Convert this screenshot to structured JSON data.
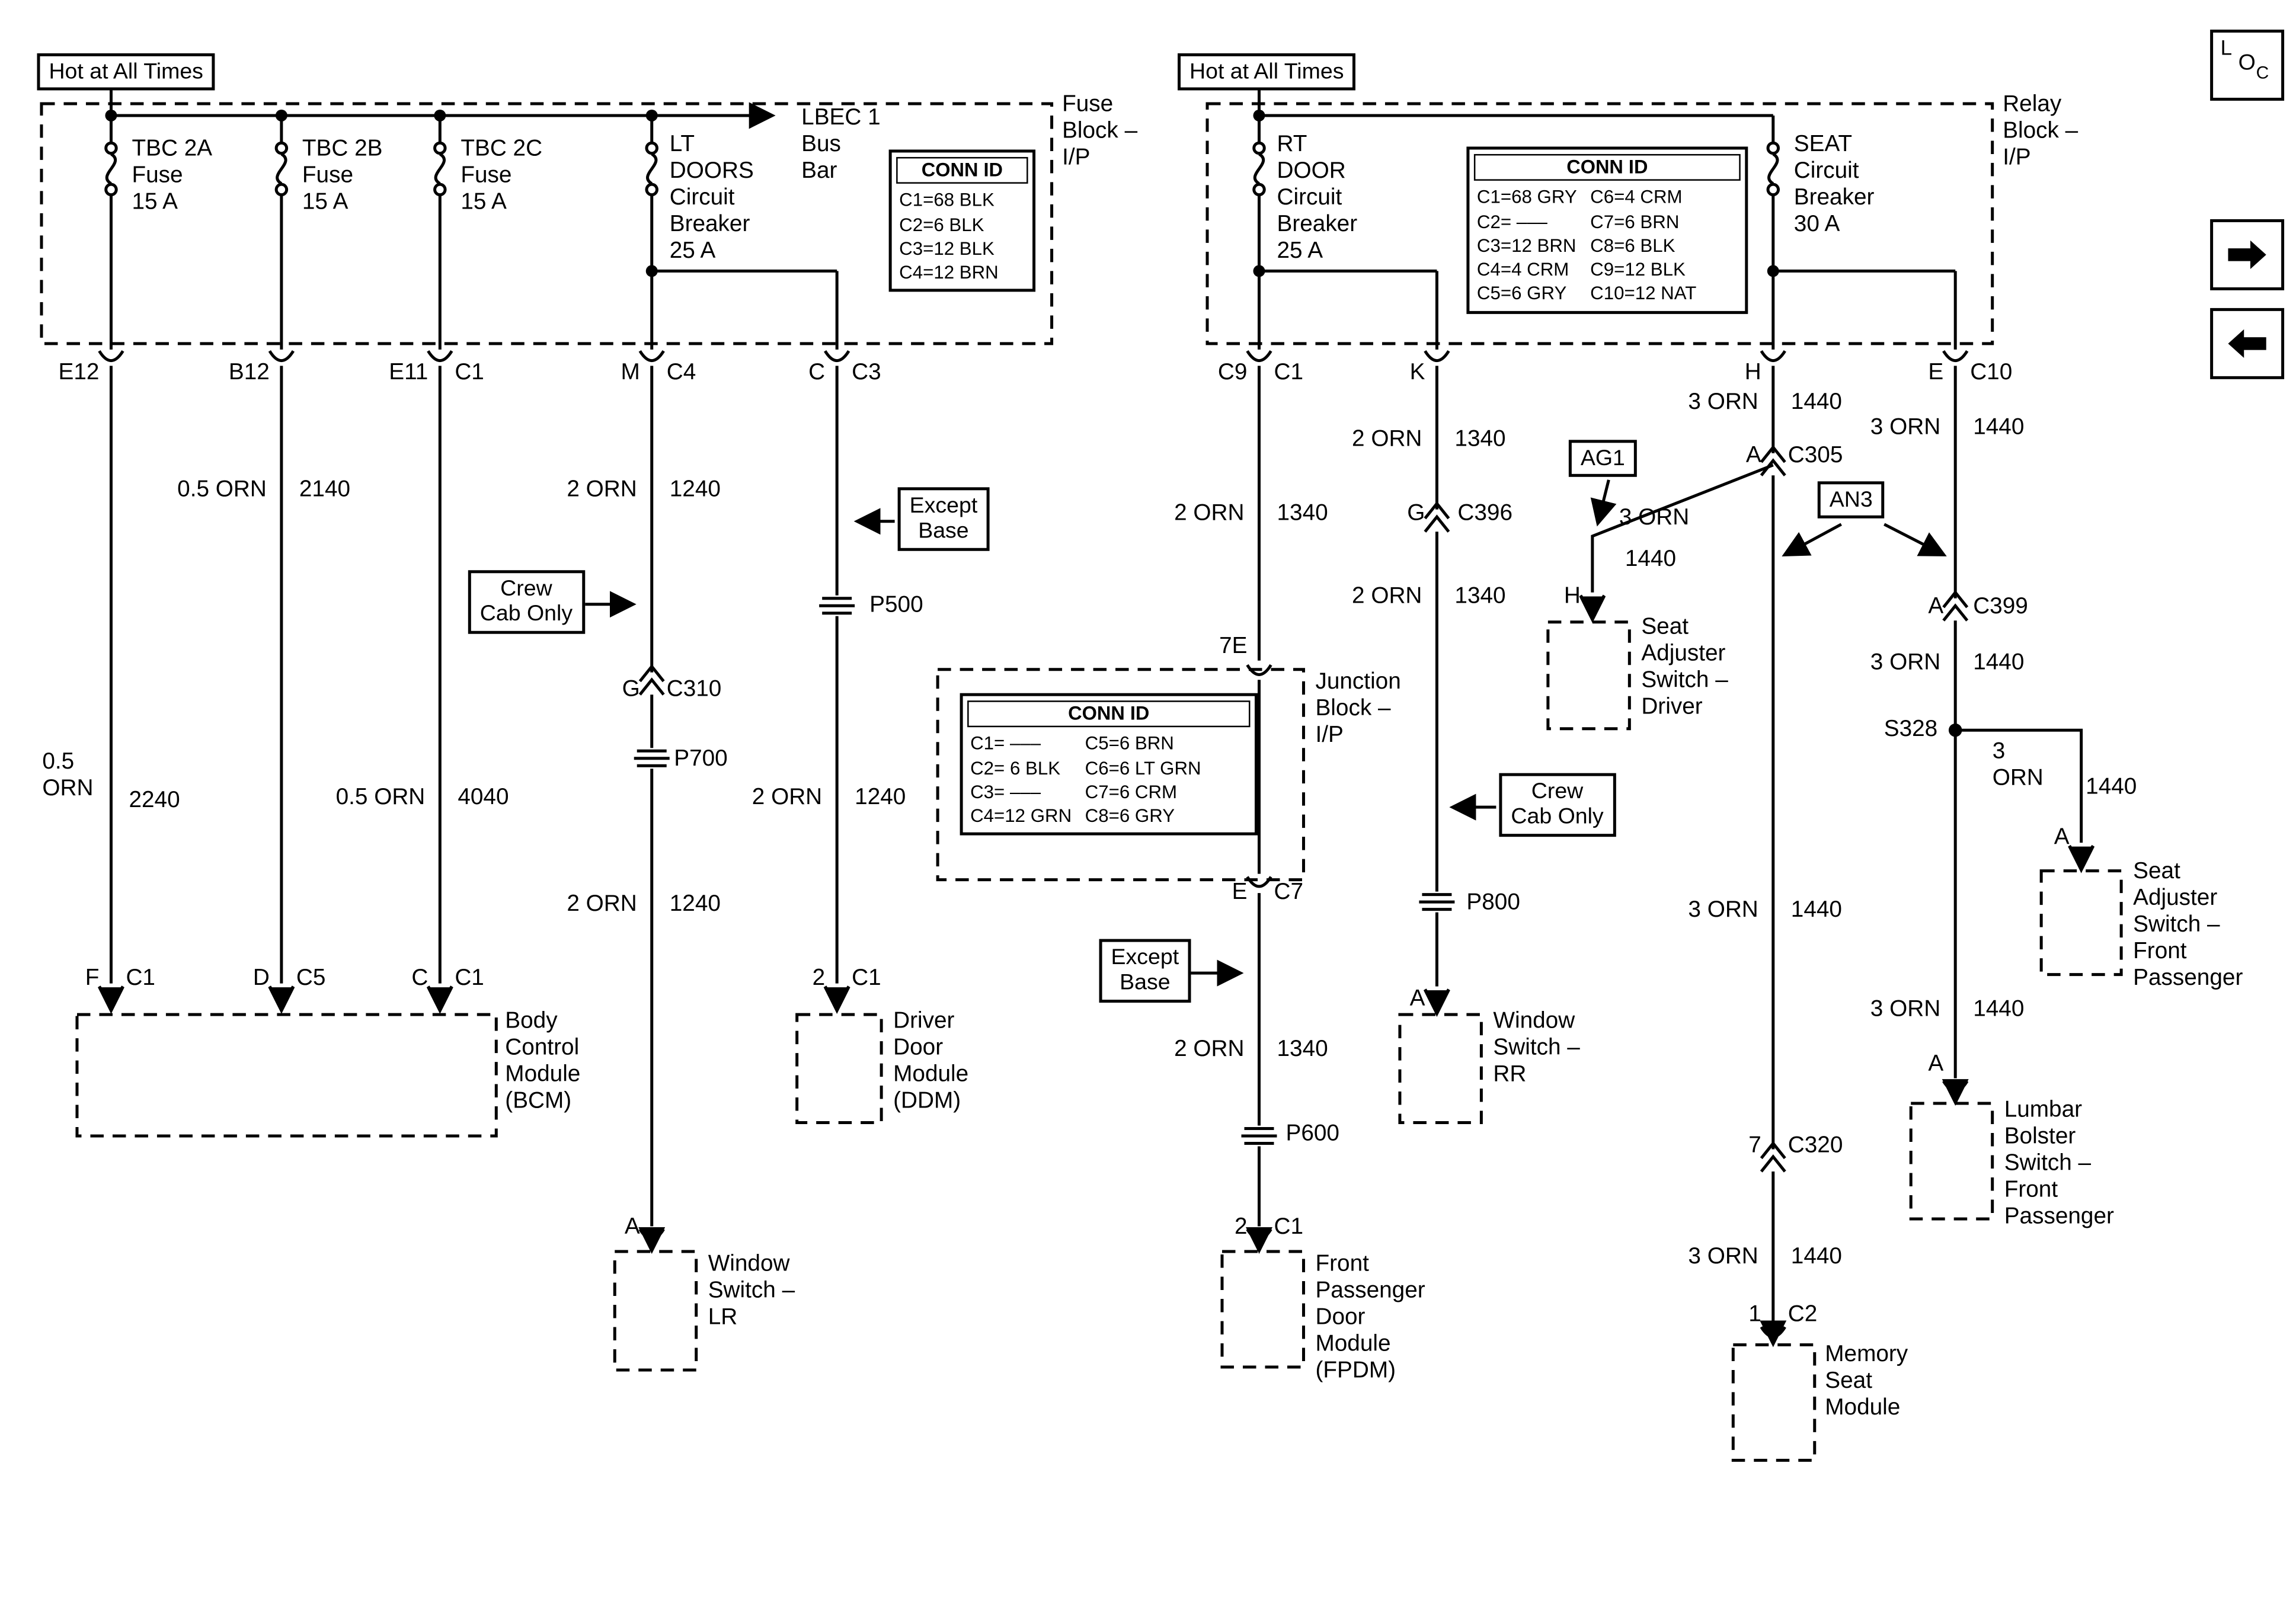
{
  "nav": {
    "loc_l": "L",
    "loc_o": "O",
    "loc_c": "C"
  },
  "left": {
    "hot": "Hot at All Times",
    "block_name": "Fuse\nBlock –\nI/P",
    "fuse_a": "TBC 2A\nFuse\n15 A",
    "fuse_b": "TBC 2B\nFuse\n15 A",
    "fuse_c": "TBC 2C\nFuse\n15 A",
    "breaker": "LT\nDOORS\nCircuit\nBreaker\n25 A",
    "busbar": "LBEC 1\nBus\nBar",
    "connid": {
      "title": "CONN ID",
      "rows": "C1=68 BLK\nC2=6 BLK\nC3=12 BLK\nC4=12 BRN"
    },
    "pins": {
      "e12": "E12",
      "b12": "B12",
      "e11": "E11",
      "e11_c1": "C1",
      "m": "M",
      "m_c4": "C4",
      "c": "C",
      "c_c3": "C3",
      "g": "G",
      "g_c310": "C310",
      "f": "F",
      "f_c1": "C1",
      "d": "D",
      "d_c5": "C5",
      "c2": "C",
      "c2_c1": "C1",
      "ddm_2": "2",
      "ddm_c1": "C1",
      "lr_a": "A"
    },
    "wires": {
      "w2140_size": "0.5 ORN",
      "w2140": "2140",
      "w1240a_size": "2 ORN",
      "w1240a": "1240",
      "w2240_size": "0.5\nORN",
      "w2240": "2240",
      "w4040_size": "0.5 ORN",
      "w4040": "4040",
      "w1240b_size": "2 ORN",
      "w1240b": "1240",
      "w1240c_size": "2 ORN",
      "w1240c": "1240"
    },
    "splices": {
      "p500": "P500",
      "p700": "P700"
    },
    "notes": {
      "except_base": "Except\nBase",
      "crew_cab": "Crew\nCab Only"
    },
    "modules": {
      "bcm": "Body\nControl\nModule\n(BCM)",
      "ddm": "Driver\nDoor\nModule\n(DDM)",
      "ws_lr": "Window\nSwitch –\nLR"
    }
  },
  "right": {
    "hot": "Hot at All Times",
    "block_name": "Relay\nBlock –\nI/P",
    "breaker_rt": "RT\nDOOR\nCircuit\nBreaker\n25 A",
    "breaker_seat": "SEAT\nCircuit\nBreaker\n30 A",
    "connid": {
      "title": "CONN ID",
      "col1": "C1=68 GRY\nC2= –––\nC3=12 BRN\nC4=4 CRM\nC5=6 GRY",
      "col2": "C6=4 CRM\nC7=6 BRN\nC8=6 BLK\nC9=12 BLK\nC10=12 NAT"
    },
    "junction": {
      "label": "Junction\nBlock –\nI/P",
      "title": "CONN ID",
      "col1": "C1= –––\nC2= 6 BLK\nC3= –––\nC4=12 GRN",
      "col2": "C5=6 BRN\nC6=6 LT GRN\nC7=6 CRM\nC8=6 GRY"
    },
    "pins": {
      "c9": "C9",
      "c9_c1": "C1",
      "k": "K",
      "h": "H",
      "e": "E",
      "e_c10": "C10",
      "a305": "A",
      "c305": "C305",
      "g": "G",
      "g_c396": "C396",
      "seven_e": "7E",
      "sad_h": "H",
      "a399": "A",
      "c399": "C399",
      "e7": "E",
      "e7_c7": "C7",
      "wsrr_a": "A",
      "safp_a": "A",
      "lumbar_a": "A",
      "seven": "7",
      "c320": "C320",
      "fpdm_2": "2",
      "fpdm_c1": "C1",
      "one": "1",
      "one_c2": "C2",
      "s328": "S328"
    },
    "wires": {
      "h1_size": "3 ORN",
      "h1": "1440",
      "e1_size": "3 ORN",
      "e1": "1440",
      "k1_size": "2 ORN",
      "k1": "1340",
      "c9a_size": "2 ORN",
      "c9a": "1340",
      "diag_size": "3 ORN",
      "diag": "1440",
      "k2_size": "2 ORN",
      "k2": "1340",
      "e2_size": "3 ORN",
      "e2": "1440",
      "branch_size": "3\nORN",
      "branch": "1440",
      "h2_size": "3 ORN",
      "h2": "1440",
      "c9b_size": "2 ORN",
      "c9b": "1340",
      "e3_size": "3 ORN",
      "e3": "1440",
      "h3_size": "3 ORN",
      "h3": "1440"
    },
    "splices": {
      "p800": "P800",
      "p600": "P600"
    },
    "notes": {
      "except_base": "Except\nBase",
      "crew_cab": "Crew\nCab Only",
      "ag1": "AG1",
      "an3": "AN3"
    },
    "modules": {
      "sad": "Seat\nAdjuster\nSwitch –\nDriver",
      "safp": "Seat\nAdjuster\nSwitch –\nFront\nPassenger",
      "ws_rr": "Window\nSwitch –\nRR",
      "fpdm": "Front\nPassenger\nDoor\nModule\n(FPDM)",
      "lumbar": "Lumbar\nBolster\nSwitch –\nFront\nPassenger",
      "msm": "Memory\nSeat\nModule"
    }
  }
}
